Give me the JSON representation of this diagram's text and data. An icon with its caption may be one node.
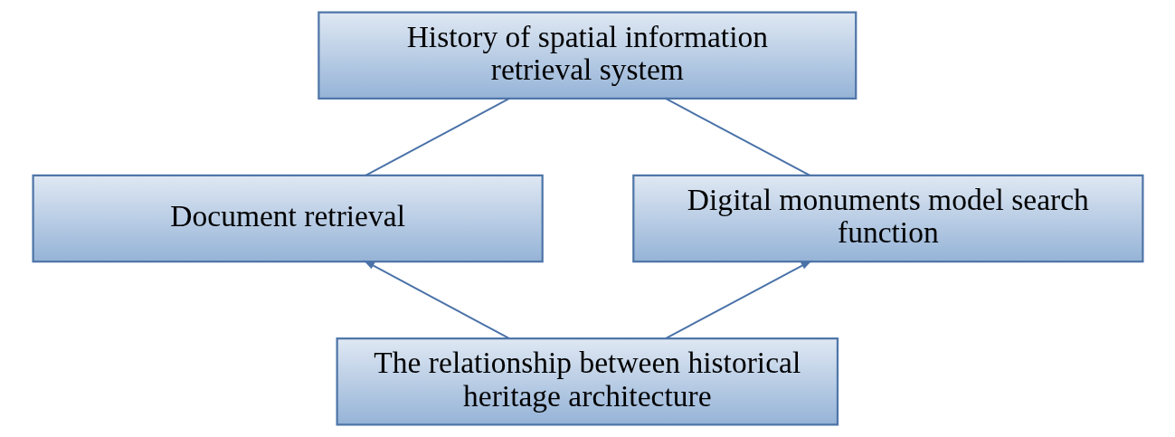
{
  "diagram": {
    "nodes": [
      {
        "text": [
          "History of spatial information retrieval system"
        ]
      },
      {
        "text": [
          "Document retrieval"
        ]
      },
      {
        "text": [
          "Digital monuments model search function"
        ]
      },
      {
        "text": [
          "The relationship between historical heritage architecture"
        ]
      }
    ],
    "edges": [
      {
        "from": 1,
        "to": 0,
        "arrow": "none"
      },
      {
        "from": 2,
        "to": 0,
        "arrow": "none"
      },
      {
        "from": 3,
        "to": 1,
        "arrow": "to"
      },
      {
        "from": 3,
        "to": 2,
        "arrow": "to"
      }
    ]
  }
}
